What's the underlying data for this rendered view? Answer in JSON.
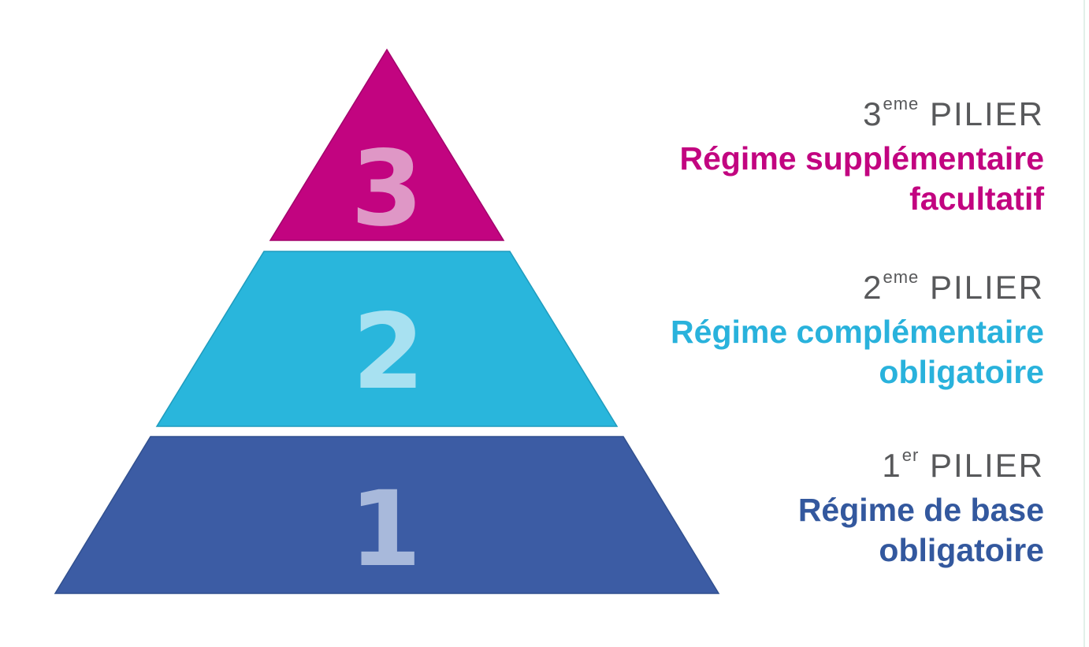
{
  "diagram_type": "pyramid",
  "topic": "French pension system pillars",
  "background_color": "#ffffff",
  "pyramid": {
    "levels": [
      {
        "number": "3",
        "fill": "#c20480",
        "stroke": "#a3036c",
        "number_color": "#df97c6"
      },
      {
        "number": "2",
        "fill": "#29b6dc",
        "stroke": "#1f9cbe",
        "number_color": "#a8e1f1"
      },
      {
        "number": "1",
        "fill": "#3c5ca4",
        "stroke": "#31508f",
        "number_color": "#a8b9db"
      }
    ]
  },
  "labels": [
    {
      "pillar_number": "3",
      "pillar_ordinal": "eme",
      "pillar_word": "PILIER",
      "title_line1": "Régime supplémentaire",
      "title_line2": "facultatif",
      "accent_color": "#c20480",
      "pillar_text_color": "#58595b"
    },
    {
      "pillar_number": "2",
      "pillar_ordinal": "eme",
      "pillar_word": "PILIER",
      "title_line1": "Régime complémentaire",
      "title_line2": "obligatoire",
      "accent_color": "#29b2dc",
      "pillar_text_color": "#58595b"
    },
    {
      "pillar_number": "1",
      "pillar_ordinal": "er",
      "pillar_word": "PILIER",
      "title_line1": "Régime de base",
      "title_line2": "obligatoire",
      "accent_color": "#33589e",
      "pillar_text_color": "#58595b"
    }
  ]
}
